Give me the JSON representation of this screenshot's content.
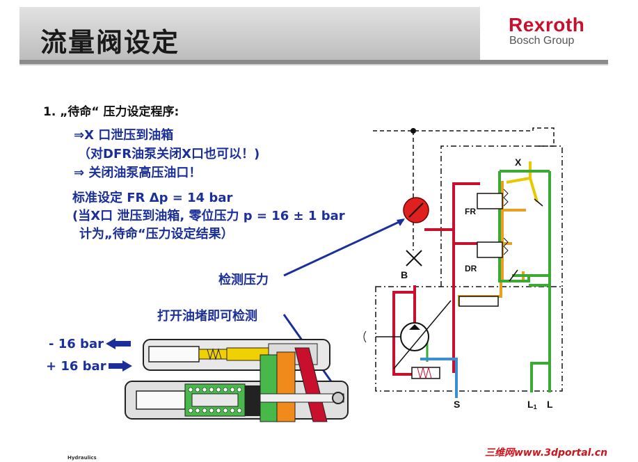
{
  "header": {
    "title": "流量阀设定",
    "brand": "Rexroth",
    "brand_sub": "Bosch Group"
  },
  "content": {
    "heading": "1. „待命“ 压力设定程序:",
    "line1": "⇒X 口泄压到油箱",
    "line2": "（对DFR油泵关闭X口也可以！)",
    "line3": "⇒ 关闭油泵高压油口！",
    "line4": "标准设定 FR Δp = 14 bar",
    "line5": "(当X口 泄压到油箱, 零位压力 p = 16 ± 1 bar",
    "line6": "计为„待命“压力设定结果）",
    "measure_label": "检测压力",
    "plug_label": "打开油堵即可检测",
    "minus_label": "- 16 bar",
    "plus_label": "+ 16 bar"
  },
  "diagram_labels": {
    "x": "X",
    "fr": "FR",
    "dr": "DR",
    "b": "B",
    "s": "S",
    "l1": "L",
    "l1_sub": "1",
    "l": "L"
  },
  "footer": {
    "section": "Hydraulics",
    "watermark": "三维网www.3dportal.cn"
  },
  "colors": {
    "red_line": "#c8102e",
    "green_line": "#3aaa35",
    "yellow_line": "#e8c800",
    "orange_line": "#e8a020",
    "blue_line": "#3a8fd0",
    "text_blue": "#1b2f9a"
  }
}
